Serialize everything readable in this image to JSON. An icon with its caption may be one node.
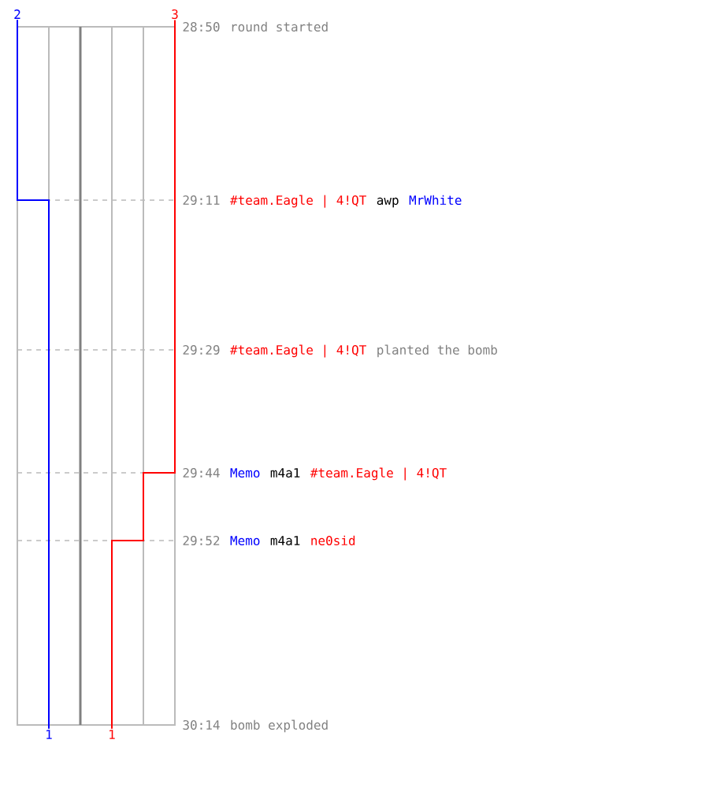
{
  "diagram": {
    "nodes": [
      {
        "text": [
          "2"
        ]
      },
      {
        "text": [
          "3"
        ]
      },
      {
        "text": [
          "1"
        ]
      },
      {
        "text": [
          "1"
        ]
      }
    ],
    "edges": [
      {
        "from": 0,
        "to": 2,
        "arrow": "none",
        "color": "#0000ff"
      },
      {
        "from": 1,
        "to": 3,
        "arrow": "none",
        "color": "#ff0000"
      }
    ],
    "labels": [
      "28:50",
      "round started",
      "29:11",
      "#team.Eagle | 4!QT",
      "awp",
      "MrWhite",
      "29:29",
      "#team.Eagle | 4!QT",
      "planted the bomb",
      "29:44",
      "Memo",
      "m4a1",
      "#team.Eagle | 4!QT",
      "29:52",
      "Memo",
      "m4a1",
      "ne0sid",
      "30:14",
      "bomb exploded"
    ]
  }
}
